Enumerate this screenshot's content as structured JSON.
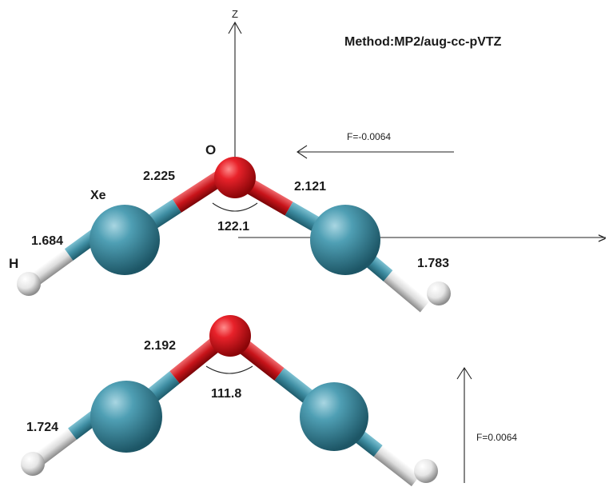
{
  "method": "Method:MP2/aug-cc-pVTZ",
  "axes": {
    "z_label": "Z",
    "x_label": ">"
  },
  "fields": {
    "top": "F=-0.0064",
    "bottom": "F=0.0064"
  },
  "molecule_top": {
    "atom_labels": {
      "oxygen": "O",
      "xenon": "Xe",
      "hydrogen": "H"
    },
    "bond_left_o_xe": "2.225",
    "bond_right_o_xe": "2.121",
    "angle": "122.1",
    "bond_left_xe_h": "1.684",
    "bond_right_xe_h": "1.783"
  },
  "molecule_bottom": {
    "bond_o_xe": "2.192",
    "angle": "111.8",
    "bond_xe_h": "1.724"
  },
  "colors": {
    "oxygen": "#e0161c",
    "xenon": "#4a98ad",
    "hydrogen": "#f2f2f2",
    "bond_oxygen_side": "#c8141a",
    "bond_xenon_side": "#3f8ea3"
  }
}
